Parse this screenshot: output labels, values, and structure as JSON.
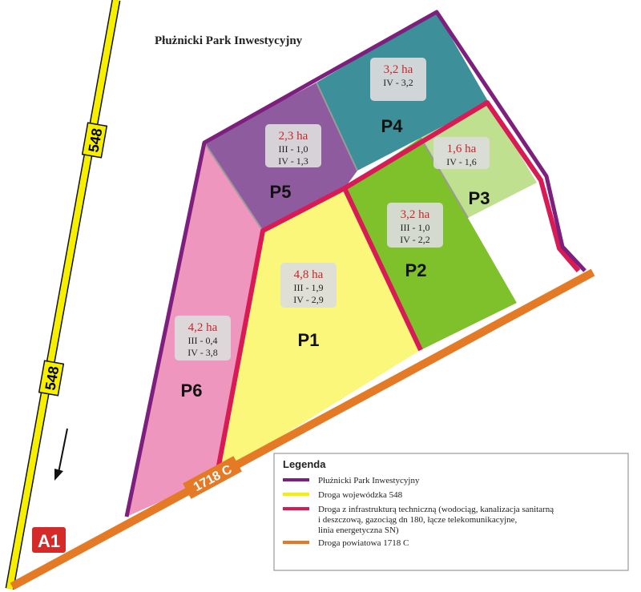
{
  "title": "Płużnicki Park Inwestycyjny",
  "colors": {
    "park_boundary": "#7d1f7d",
    "road_548": "#f6f000",
    "infra_road": "#d81b55",
    "road_1718": "#e57a26",
    "p1": "#fbf77a",
    "p2": "#7fc12a",
    "p3": "#bfe08e",
    "p4": "#3d8f99",
    "p5": "#8f5b9f",
    "p6": "#ef96bf",
    "a1_badge": "#d42a2a"
  },
  "plots": [
    {
      "id": "P1",
      "area": "4,8 ha",
      "lines": [
        "III - 1,9",
        "IV - 2,9"
      ]
    },
    {
      "id": "P2",
      "area": "3,2 ha",
      "lines": [
        "III - 1,0",
        "IV - 2,2"
      ]
    },
    {
      "id": "P3",
      "area": "1,6 ha",
      "lines": [
        "IV - 1,6"
      ]
    },
    {
      "id": "P4",
      "area": "3,2 ha",
      "lines": [
        "IV - 3,2"
      ]
    },
    {
      "id": "P5",
      "area": "2,3 ha",
      "lines": [
        "III - 1,0",
        "IV - 1,3"
      ]
    },
    {
      "id": "P6",
      "area": "4,2 ha",
      "lines": [
        "III - 0,4",
        "IV - 3,8"
      ]
    }
  ],
  "roads": {
    "road_548_label": "548",
    "road_1718_label": "1718 C",
    "a1_label": "A1"
  },
  "legend": {
    "title": "Legenda",
    "items": [
      {
        "key": "park",
        "text": [
          "Płużnicki Park Inwestycyjny"
        ]
      },
      {
        "key": "road548",
        "text": [
          "Droga wojewódzka 548"
        ]
      },
      {
        "key": "infra",
        "text": [
          "Droga z infrastrukturą techniczną (wodociąg, kanalizacja sanitarną",
          "i deszczową, gazociąg dn 180, łącze telekomunikacyjne,",
          "linia energetyczna SN)"
        ]
      },
      {
        "key": "road1718",
        "text": [
          "Droga powiatowa 1718 C"
        ]
      }
    ]
  }
}
